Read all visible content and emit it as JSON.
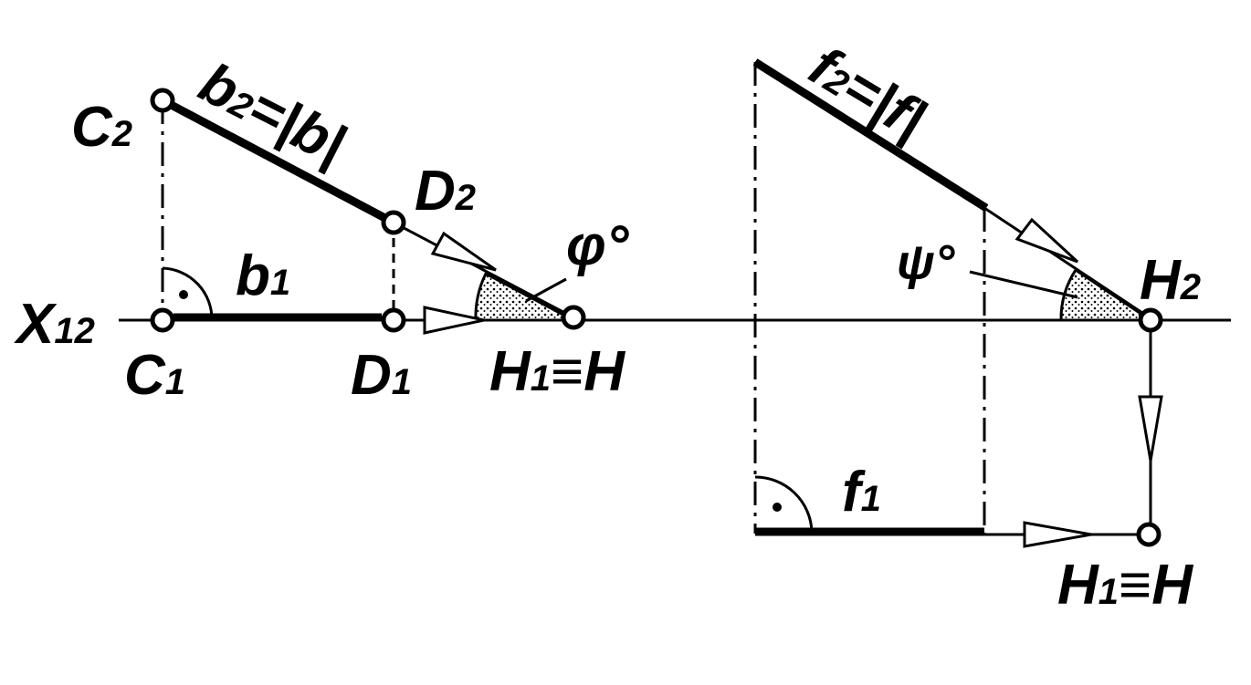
{
  "diagram": {
    "axis_label": "X",
    "axis_label_sub": "12",
    "left": {
      "C2": "C",
      "C2_sub": "2",
      "C1": "C",
      "C1_sub": "1",
      "D2": "D",
      "D2_sub": "2",
      "D1": "D",
      "D1_sub": "1",
      "b2_main": "b",
      "b2_sub": "2",
      "b2_rest": "=|b|",
      "b1_main": "b",
      "b1_sub": "1",
      "phi": "φ°",
      "H1_main": "H",
      "H1_sub": "1",
      "H1_rest": "≡H"
    },
    "right": {
      "f2_main": "f",
      "f2_sub": "2",
      "f2_rest": "=|f|",
      "psi": "ψ°",
      "H2_main": "H",
      "H2_sub": "2",
      "f1_main": "f",
      "f1_sub": "1",
      "H1_main": "H",
      "H1_sub": "1",
      "H1_rest": "≡H"
    }
  }
}
